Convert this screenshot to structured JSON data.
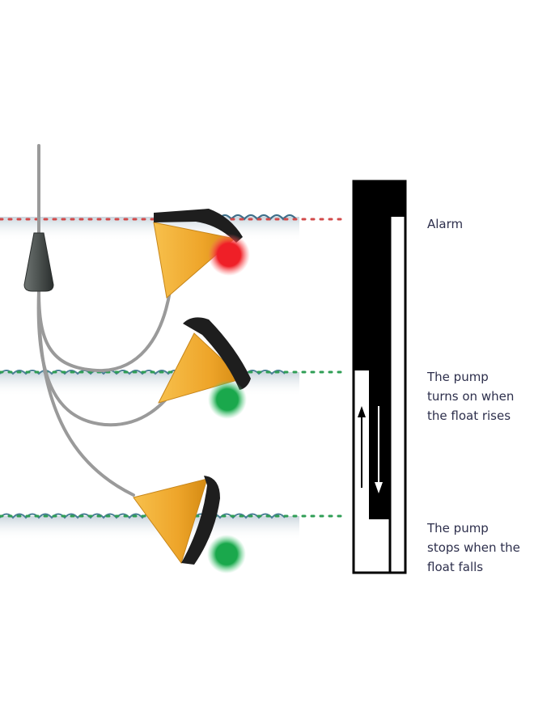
{
  "labels": {
    "alarm": "Alarm",
    "pump_on": [
      "The pump",
      "turns on when",
      "the float rises"
    ],
    "pump_off": [
      "The pump",
      "stops when the",
      "float falls"
    ]
  },
  "colors": {
    "float_body": "#f2a92e",
    "float_cap": "#1e1e1e",
    "alarm_indicator": "#e8232b",
    "ok_indicator": "#1aa84c",
    "alarm_level_line": "#d24a4a",
    "pump_level_line": "#2f9e55",
    "cable": "#9a9a9a",
    "water_wave": "#3e6f8a",
    "label_text": "#2d2f4c"
  },
  "floats": [
    {
      "name": "alarm-float",
      "indicator": "red"
    },
    {
      "name": "pump-on-float",
      "indicator": "green"
    },
    {
      "name": "pump-off-float",
      "indicator": "green"
    }
  ]
}
